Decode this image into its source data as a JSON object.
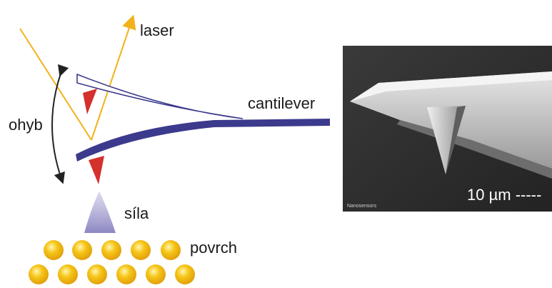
{
  "diagram": {
    "labels": {
      "laser": "laser",
      "cantilever": "cantilever",
      "ohyb": "ohyb",
      "sila": "síla",
      "povrch": "povrch"
    },
    "sem_image": {
      "scale_label": "10 µm -----",
      "credit": "Nanosensors"
    },
    "colors": {
      "laser_beam": "#f2b21b",
      "cantilever_fill": "#3b3a8c",
      "tip": "#d4302c",
      "force_cone": "#9b96c8",
      "atoms": "#f5c518",
      "sem_background": "#2c2c2c"
    },
    "surface": {
      "top_row_atoms": 5,
      "bottom_row_atoms": 6
    }
  }
}
